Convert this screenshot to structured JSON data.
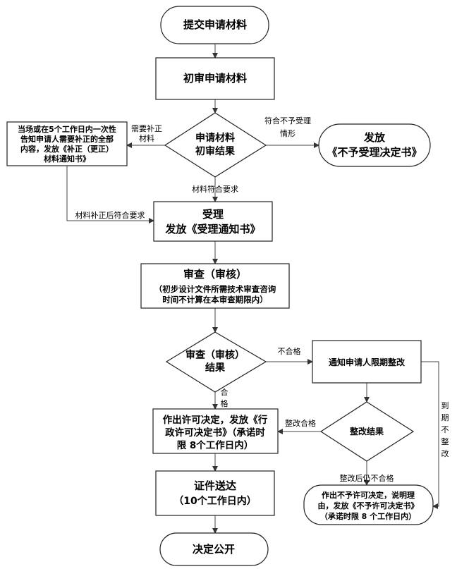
{
  "nodes": {
    "submit": "提交申请材料",
    "initial_review": "初审申请材料",
    "initial_result": [
      "申请材料",
      "初审结果"
    ],
    "supplement_notice": [
      "当场或在5个工作日内一次性",
      "告知申请人需要补正的全部",
      "内容，发放《补正（更正）",
      "材料通知书》"
    ],
    "issue_refusal": [
      "发放",
      "《不予受理决定书》"
    ],
    "accept": [
      "受理",
      "发放《受理通知书》"
    ],
    "review": [
      "审查（审核）",
      "（初步设计文件所需技术审查咨询",
      "时间不计算在本审查期限内）"
    ],
    "review_result": [
      "审查（审核）",
      "结果"
    ],
    "rectify_notice": "通知申请人限期整改",
    "rectify_result": "整改结果",
    "permit_decision": [
      "作出许可决定，发放《行",
      "政许可决定书》（承诺时",
      "限 8个工作日内）"
    ],
    "deliver": [
      "证件送达",
      "（10个工作日内）"
    ],
    "deny_decision": [
      "作出不予许可决定，说明理",
      "由，发放《不予许可决定书》",
      "（承诺时限 8 个工作日内）"
    ],
    "publish": "决定公开"
  },
  "edges": {
    "need_supplement": [
      "需要补正",
      "材料"
    ],
    "refuse_case": [
      "符合不予受理",
      "情形"
    ],
    "meets_requirement": "材料符合要求",
    "after_supplement": "材料补正后符合要求",
    "fail": "不合格",
    "pass": [
      "合",
      "格"
    ],
    "rectified_ok": "整改合格",
    "still_fail": "整改后仍不合格",
    "deadline": [
      "到",
      "期",
      "不",
      "整",
      "改"
    ]
  }
}
